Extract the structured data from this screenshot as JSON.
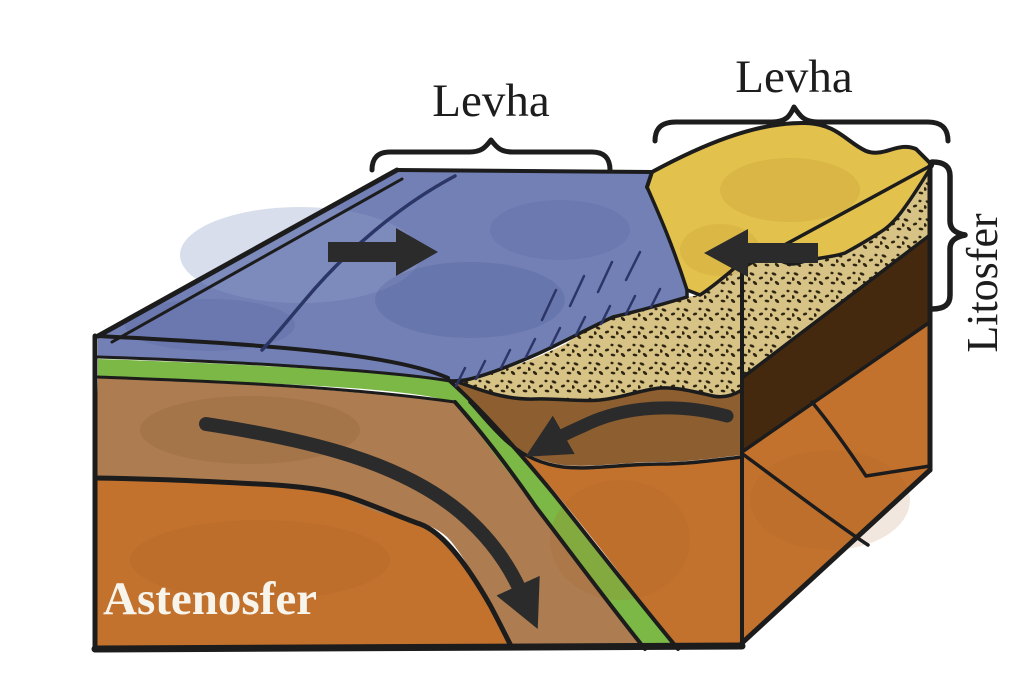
{
  "diagram": {
    "type": "plate-tectonics-subduction-block-diagram",
    "labels": {
      "plate_left": "Levha",
      "plate_right": "Levha",
      "lithosphere": "Litosfer",
      "asthenosphere": "Astenosfer"
    },
    "colors": {
      "background": "#ffffff",
      "ocean_top": "#7280b6",
      "ocean_line": "#2c3666",
      "continent_yellow": "#e2c14d",
      "crust_stipple": "#d8c386",
      "stipple_dot": "#2d2512",
      "brown_band_front": "#8d5e2f",
      "dark_brown_side": "#44290f",
      "oceanic_crust_green": "#7cb845",
      "mantle_lithosphere": "#ad7c50",
      "asthenosphere_orange": "#c3722e",
      "outline": "#1c1c1c",
      "arrow": "#2b2b2b",
      "label_dark": "#1d1d1d",
      "label_light": "#f7f4ec"
    },
    "arrows": [
      {
        "name": "oceanic-plate-motion",
        "direction": "right"
      },
      {
        "name": "continental-plate-motion",
        "direction": "left"
      },
      {
        "name": "mantle-wedge-flow",
        "direction": "left-curved"
      },
      {
        "name": "subducting-slab-flow",
        "direction": "down-right-curved"
      }
    ]
  }
}
